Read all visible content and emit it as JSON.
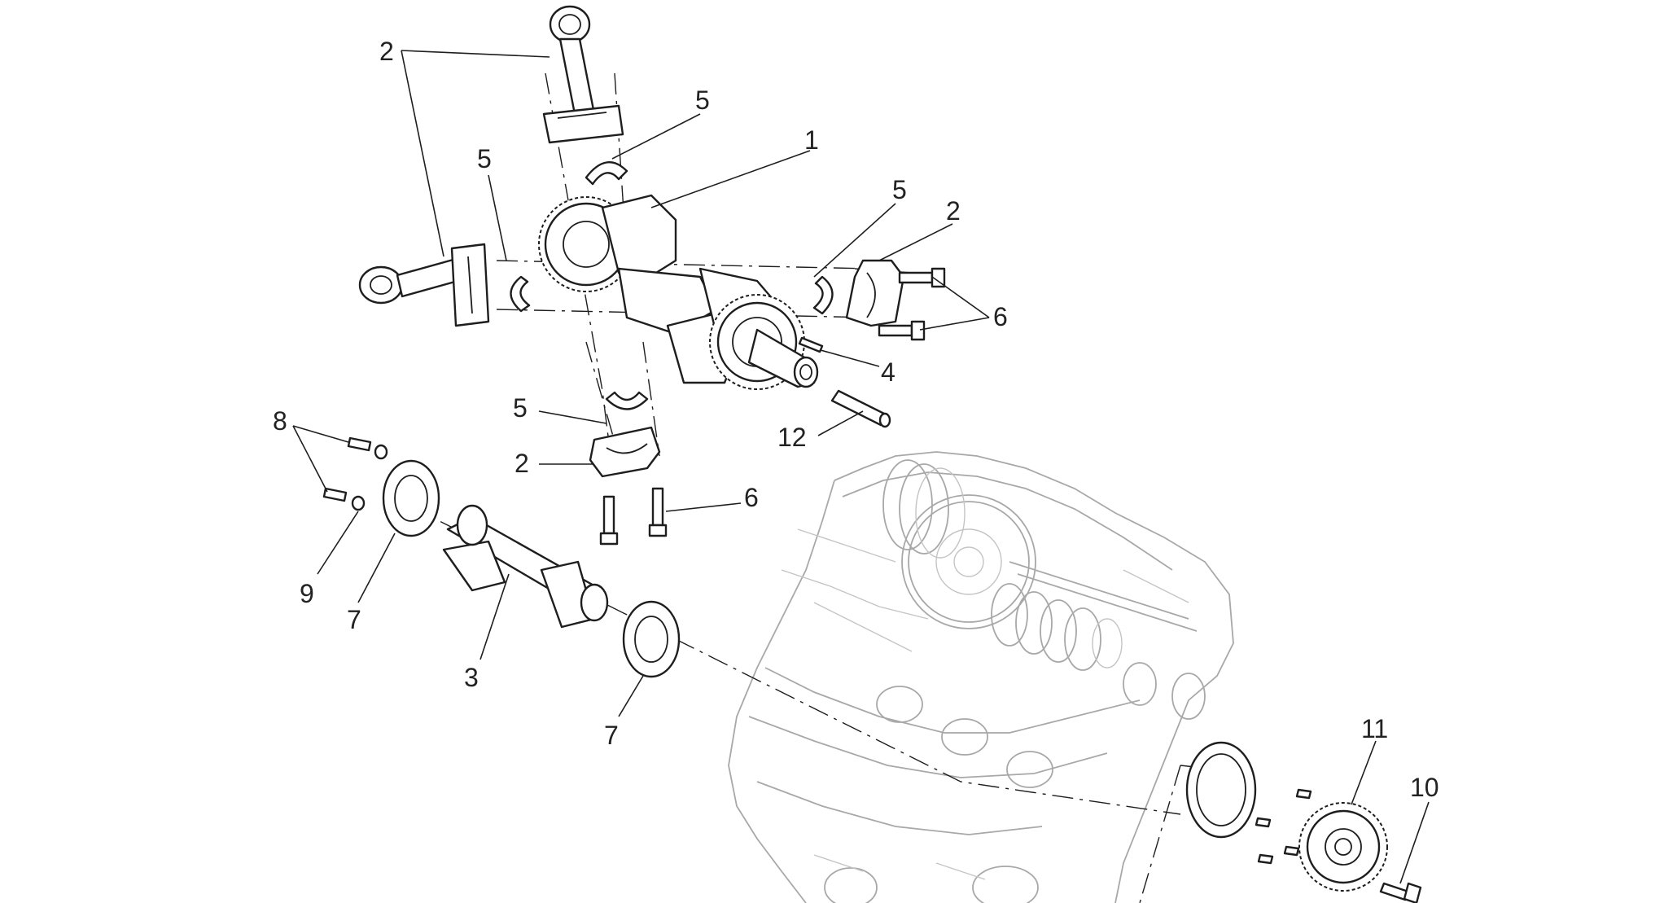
{
  "callouts": [
    {
      "id": "c2a",
      "text": "2"
    },
    {
      "id": "c5a",
      "text": "5"
    },
    {
      "id": "c1",
      "text": "1"
    },
    {
      "id": "c5b",
      "text": "5"
    },
    {
      "id": "c5c",
      "text": "5"
    },
    {
      "id": "c2b",
      "text": "2"
    },
    {
      "id": "c6a",
      "text": "6"
    },
    {
      "id": "c4",
      "text": "4"
    },
    {
      "id": "c5d",
      "text": "5"
    },
    {
      "id": "c12",
      "text": "12"
    },
    {
      "id": "c8",
      "text": "8"
    },
    {
      "id": "c2c",
      "text": "2"
    },
    {
      "id": "c6b",
      "text": "6"
    },
    {
      "id": "c9",
      "text": "9"
    },
    {
      "id": "c7a",
      "text": "7"
    },
    {
      "id": "c3",
      "text": "3"
    },
    {
      "id": "c7b",
      "text": "7"
    },
    {
      "id": "c11",
      "text": "11"
    },
    {
      "id": "c10",
      "text": "10"
    }
  ]
}
